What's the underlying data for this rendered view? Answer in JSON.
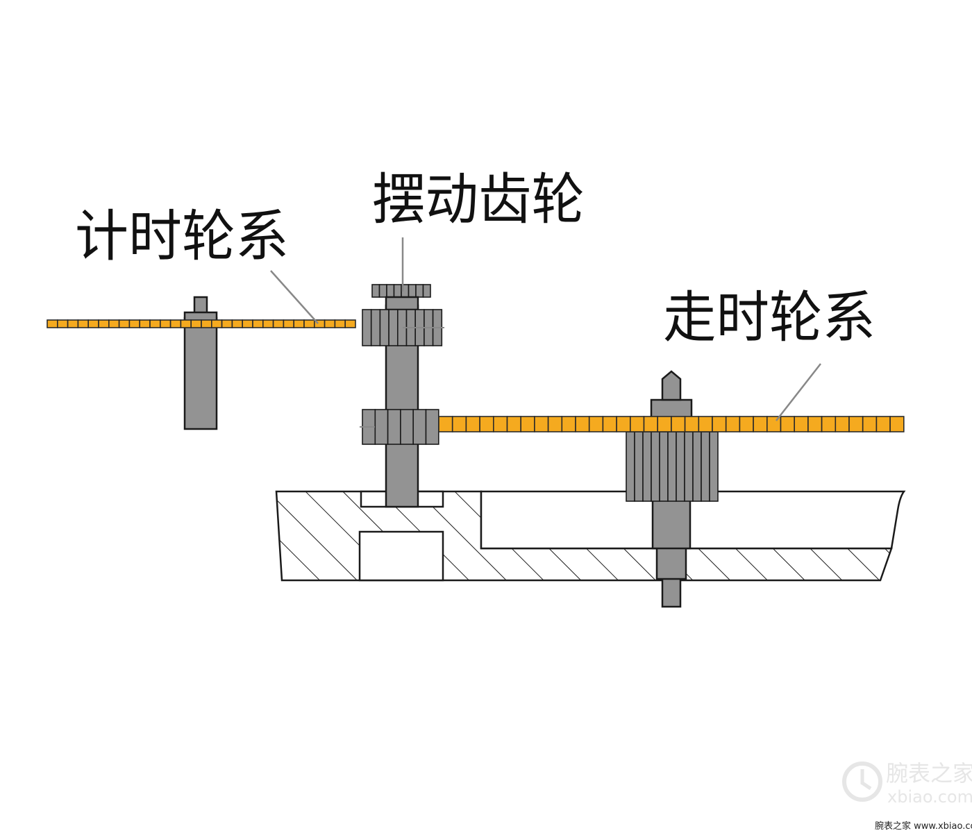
{
  "labels": {
    "timing_train": "计时轮系",
    "oscillating_pinion": "摆动齿轮",
    "going_train": "走时轮系"
  },
  "watermark": {
    "brand": "腕表之家",
    "domain": "xbiao.com"
  },
  "footer": {
    "credit": "腕表之家 www.xbiao.com"
  },
  "colors": {
    "gear_fill": "#f5aa1f",
    "gear_stroke": "#2a2a2a",
    "metal": "#939393",
    "outline": "#1a1a1a",
    "leader": "#888888"
  }
}
